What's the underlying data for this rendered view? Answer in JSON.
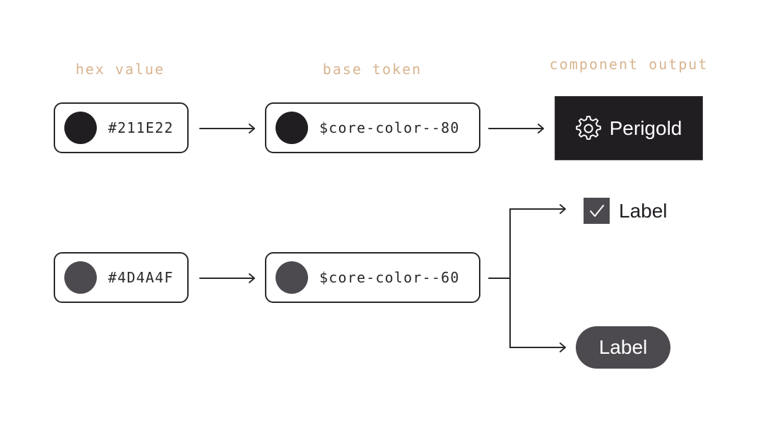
{
  "headings": {
    "hex": "hex value",
    "base": "base token",
    "output": "component output"
  },
  "rows": [
    {
      "hex": "#211E22",
      "token": "$core-color--80",
      "swatch_color": "#211e22"
    },
    {
      "hex": "#4D4A4F",
      "token": "$core-color--60",
      "swatch_color": "#4d4a4f"
    }
  ],
  "outputs": {
    "button_label": "Perigold",
    "button_icon": "gear-icon",
    "checkbox_label": "Label",
    "checkbox_icon": "check-icon",
    "pill_label": "Label"
  },
  "colors": {
    "heading": "#d9b48f",
    "stroke": "#2b282b",
    "core80": "#211e22",
    "core60": "#4d4a4f"
  }
}
